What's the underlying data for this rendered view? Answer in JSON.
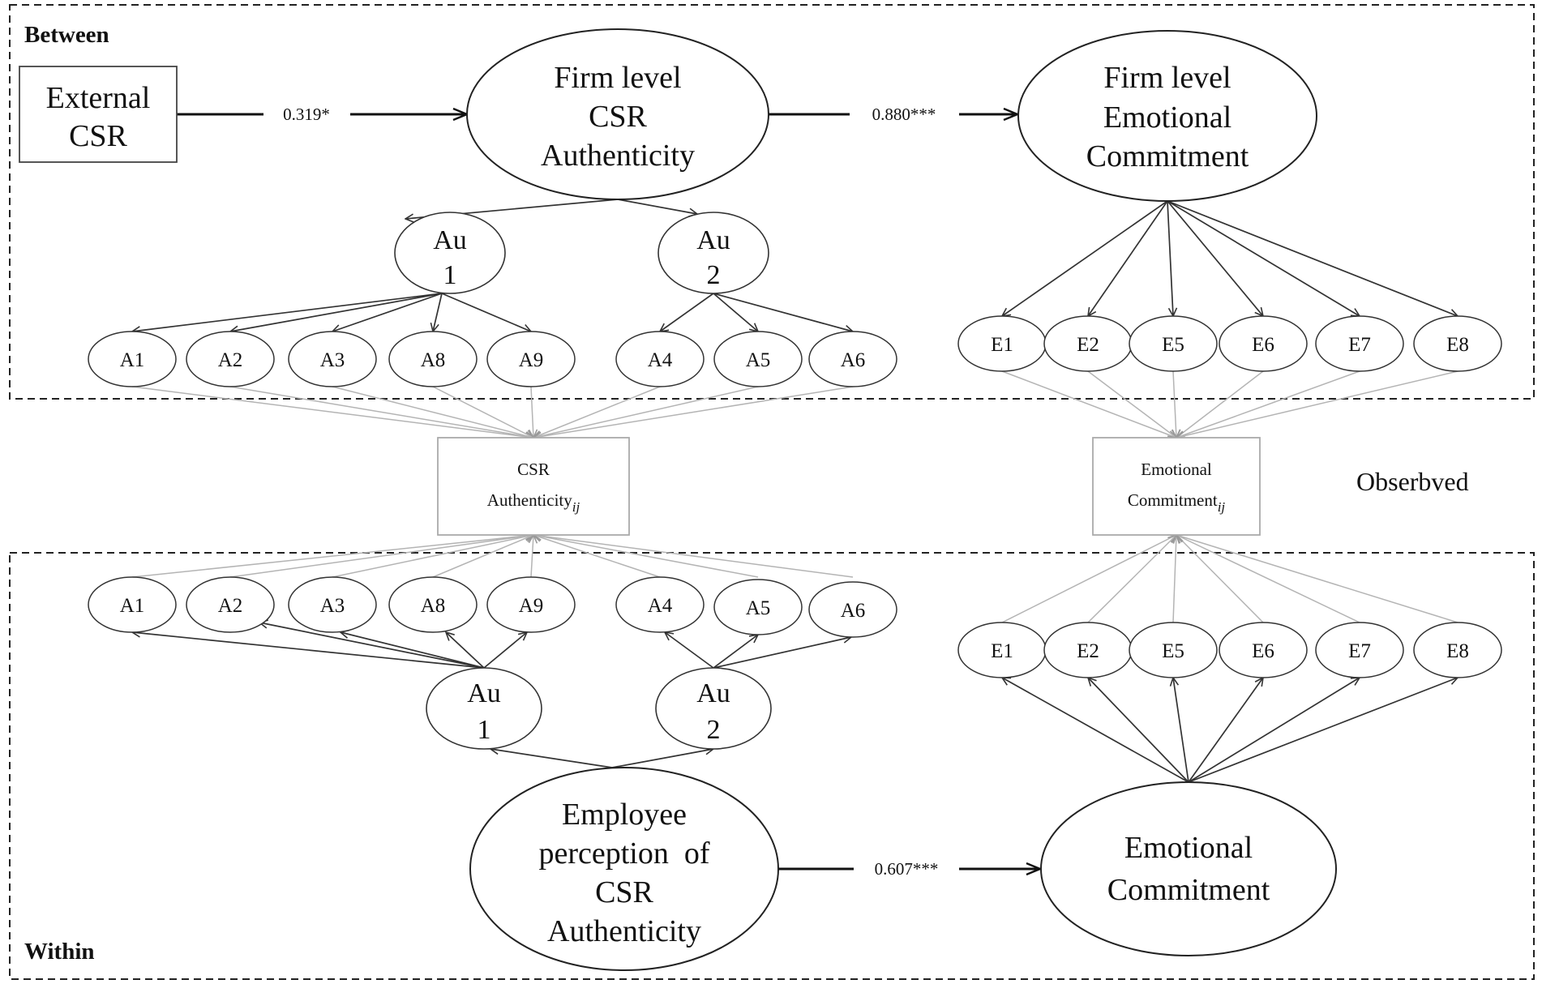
{
  "sections": {
    "between": "Between",
    "within": "Within",
    "observed": "Obserbved"
  },
  "between": {
    "external_csr": [
      "External",
      "CSR"
    ],
    "firm_csr": [
      "Firm level",
      "CSR",
      "Authenticity"
    ],
    "firm_ec": [
      "Firm level",
      "Emotional",
      "Commitment"
    ],
    "au1": [
      "Au",
      "1"
    ],
    "au2": [
      "Au",
      "2"
    ],
    "coef_ext_csr": "0.319*",
    "coef_csr_ec": "0.880***",
    "a_items": [
      "A1",
      "A2",
      "A3",
      "A8",
      "A9",
      "A4",
      "A5",
      "A6"
    ],
    "e_items": [
      "E1",
      "E2",
      "E5",
      "E6",
      "E7",
      "E8"
    ]
  },
  "observed": {
    "csr_auth": {
      "line1": "CSR",
      "base": "Authenticity",
      "sub": "ij"
    },
    "emo_comm": {
      "line1": "Emotional",
      "base": "Commitment",
      "sub": "ij"
    }
  },
  "within": {
    "employee_csr": [
      "Employee",
      "perception  of",
      "CSR",
      "Authenticity"
    ],
    "emo_comm": [
      "Emotional",
      "Commitment"
    ],
    "au1": [
      "Au",
      "1"
    ],
    "au2": [
      "Au",
      "2"
    ],
    "coef_emp_ec": "0.607***",
    "a_items": [
      "A1",
      "A2",
      "A3",
      "A8",
      "A9",
      "A4",
      "A5",
      "A6"
    ],
    "e_items": [
      "E1",
      "E2",
      "E5",
      "E6",
      "E7",
      "E8"
    ]
  },
  "colors": {
    "dark": "#333333",
    "light": "#b4b4b4",
    "border": "#222222"
  }
}
